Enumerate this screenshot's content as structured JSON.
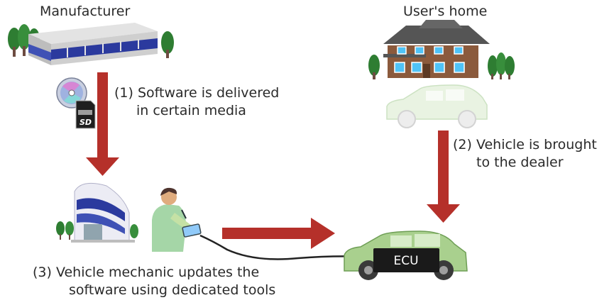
{
  "nodes": {
    "manufacturer": "Manufacturer",
    "users_home": "User's home",
    "ecu": "ECU"
  },
  "steps": {
    "step1": {
      "line1": "(1) Software is delivered",
      "line2": "in certain media"
    },
    "step2": {
      "line1": "(2) Vehicle is brought",
      "line2": "to the dealer"
    },
    "step3": {
      "line1": "(3) Vehicle mechanic updates the",
      "line2": "software using dedicated tools"
    }
  },
  "media_labels": {
    "sd_card": "SD"
  },
  "colors": {
    "arrow": "#b5302a",
    "car_body": "#a9d08e",
    "ecu_box": "#1a1a1a",
    "house": "#8b5a3c",
    "roof": "#555555",
    "tree": "#2e7d32",
    "factory_blue": "#2b3a9e"
  },
  "icons": [
    "factory-icon",
    "house-icon",
    "media-disc-icon",
    "sd-card-icon",
    "dealer-building-icon",
    "mechanic-icon",
    "car-icon"
  ]
}
